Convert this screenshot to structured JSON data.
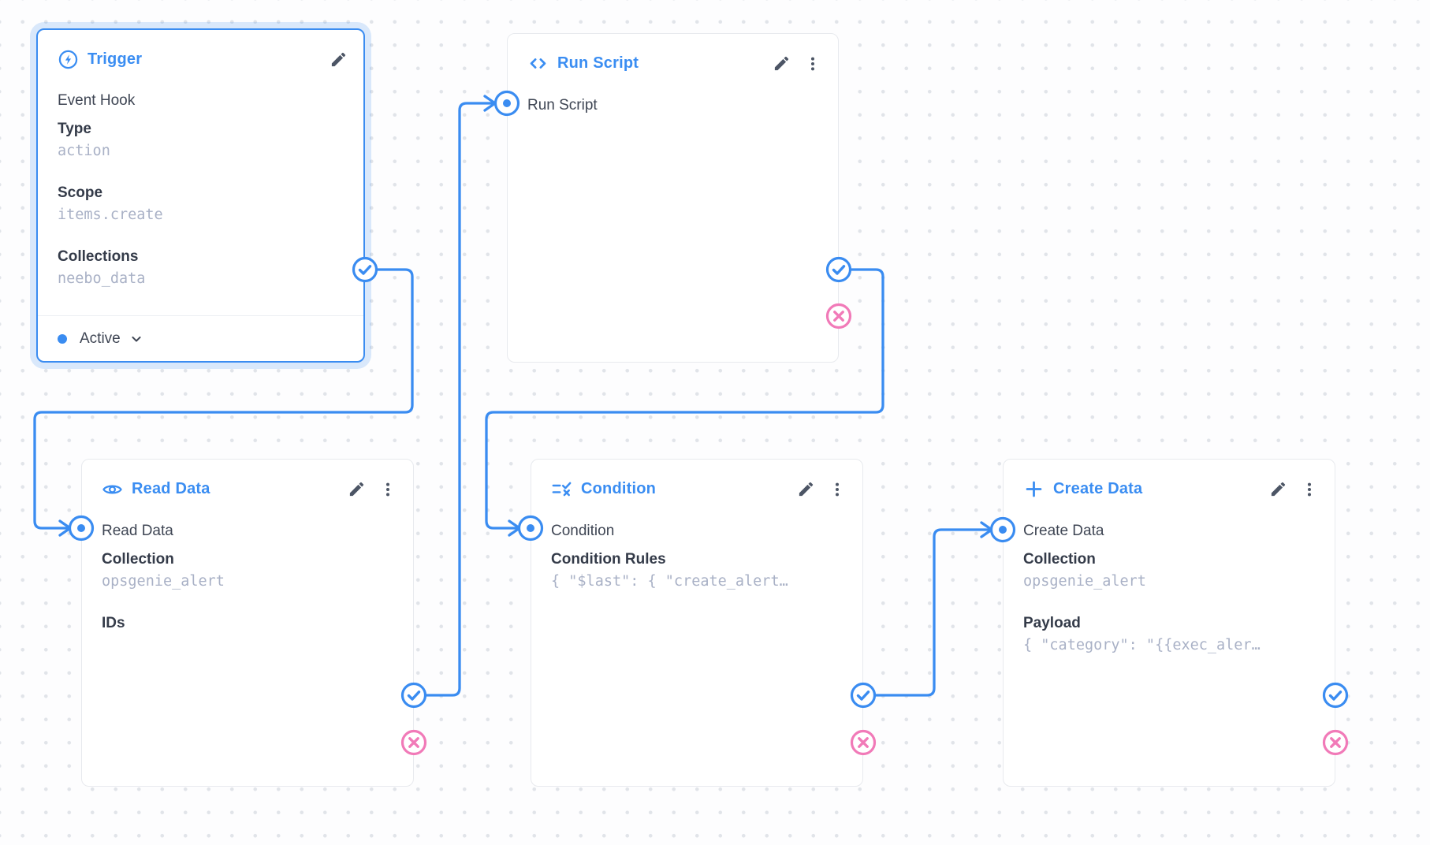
{
  "canvas": {
    "colors": {
      "accent_blue": "#3a8cf1",
      "reject_pink": "#f17ab8",
      "card_border": "#e8eaee",
      "label_text": "#343b49",
      "body_text": "#3f4654",
      "mono_value_text": "#a9b1c6",
      "background": "#fdfdfe",
      "dot_grid": "#e1e4e9"
    }
  },
  "nodes": {
    "trigger": {
      "title": "Trigger",
      "icon": "bolt-circle-icon",
      "edit_icon": "pencil-icon",
      "subtitle": "Event Hook",
      "type_label": "Type",
      "type_value": "action",
      "scope_label": "Scope",
      "scope_value": "items.create",
      "collections_label": "Collections",
      "collections_value": "neebo_data",
      "status": {
        "label": "Active",
        "dot_icon": "status-dot-icon",
        "chevron_icon": "chevron-down-icon"
      }
    },
    "run_script": {
      "title": "Run Script",
      "icon": "code-icon",
      "name": "Run Script"
    },
    "read_data": {
      "title": "Read Data",
      "icon": "eye-icon",
      "name": "Read Data",
      "collection_label": "Collection",
      "collection_value": "opsgenie_alert",
      "ids_label": "IDs"
    },
    "condition": {
      "title": "Condition",
      "icon": "rule-icon",
      "name": "Condition",
      "rules_label": "Condition Rules",
      "rules_value": "{ \"$last\": { \"create_alert…"
    },
    "create_data": {
      "title": "Create Data",
      "icon": "plus-icon",
      "name": "Create Data",
      "collection_label": "Collection",
      "collection_value": "opsgenie_alert",
      "payload_label": "Payload",
      "payload_value": "{ \"category\": \"{{exec_aler…"
    }
  },
  "connectors": {
    "resolve_icon": "check-circle-icon",
    "reject_icon": "x-circle-icon",
    "input_icon": "radio-dot-icon"
  }
}
